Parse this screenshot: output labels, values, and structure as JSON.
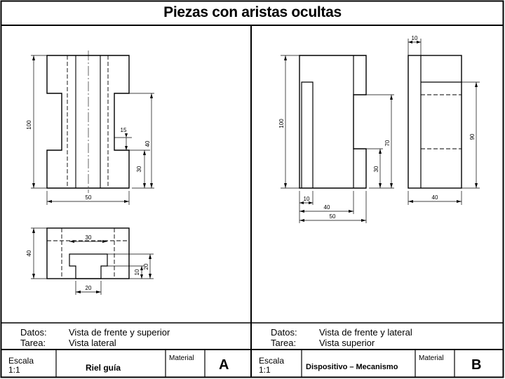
{
  "title": "Piezas con aristas ocultas",
  "left": {
    "datos_label": "Datos:",
    "datos_value": "Vista de frente y superior",
    "tarea_label": "Tarea:",
    "tarea_value": "Vista lateral",
    "escala_label": "Escala",
    "escala_value": "1:1",
    "name": "Riel guía",
    "material_label": "Material",
    "letter": "A",
    "dims": {
      "h100": "100",
      "w50": "50",
      "d15": "15",
      "d40": "40",
      "d30": "30",
      "top40": "40",
      "top30": "30",
      "top20": "20",
      "top20b": "20",
      "top10": "10"
    }
  },
  "right": {
    "datos_label": "Datos:",
    "datos_value": "Vista de frente y lateral",
    "tarea_label": "Tarea:",
    "tarea_value": "Vista superior",
    "escala_label": "Escala",
    "escala_value": "1:1",
    "name": "Dispositivo – Mecanismo",
    "material_label": "Material",
    "letter": "B",
    "dims": {
      "h100": "100",
      "d70": "70",
      "d30": "30",
      "w10": "10",
      "w40": "40",
      "w50": "50",
      "side10": "10",
      "side90": "90",
      "side40": "40"
    }
  }
}
